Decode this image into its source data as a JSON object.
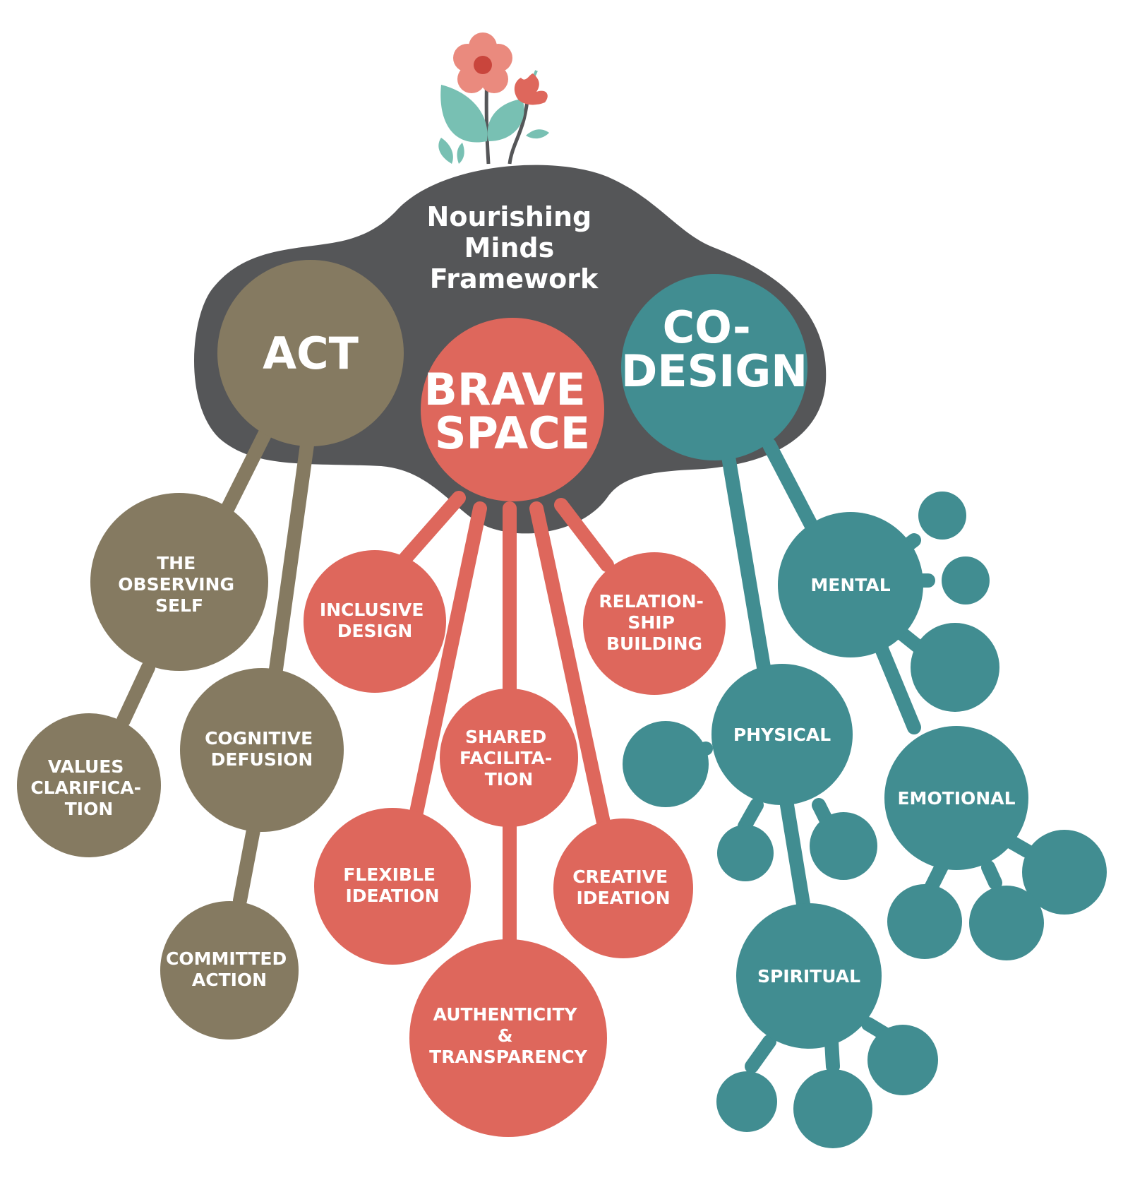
{
  "colors": {
    "background": "#ffffff",
    "cloud": "#555658",
    "act": "#857a61",
    "brave_space": "#de675c",
    "co_design": "#418d91",
    "leaf": "#78c0b3",
    "flower": "#ea8a7e",
    "flower_center": "#c9453c",
    "text": "#ffffff"
  },
  "title": {
    "line1": "Nourishing",
    "line2": "Minds",
    "line3": "Framework"
  },
  "act": {
    "label": "ACT",
    "nodes": {
      "observing_self": [
        "THE",
        "OBSERVING",
        "SELF"
      ],
      "values_clarification": [
        "VALUES",
        "CLARIFICA-",
        "TION"
      ],
      "cognitive_defusion": [
        "COGNITIVE",
        "DEFUSION"
      ],
      "committed_action": [
        "COMMITTED",
        "ACTION"
      ]
    }
  },
  "brave_space": {
    "label_line1": "BRAVE",
    "label_line2": "SPACE",
    "nodes": {
      "inclusive_design": [
        "INCLUSIVE",
        "DESIGN"
      ],
      "relationship_building": [
        "RELATION-",
        "SHIP",
        "BUILDING"
      ],
      "shared_facilitation": [
        "SHARED",
        "FACILITA-",
        "TION"
      ],
      "flexible_ideation": [
        "FLEXIBLE",
        "IDEATION"
      ],
      "creative_ideation": [
        "CREATIVE",
        "IDEATION"
      ],
      "authenticity_transparency": [
        "AUTHENTICITY",
        "&",
        "TRANSPARENCY"
      ]
    }
  },
  "co_design": {
    "label_line1": "CO-",
    "label_line2": "DESIGN",
    "nodes": {
      "mental": [
        "MENTAL"
      ],
      "physical": [
        "PHYSICAL"
      ],
      "emotional": [
        "EMOTIONAL"
      ],
      "spiritual": [
        "SPIRITUAL"
      ]
    }
  }
}
